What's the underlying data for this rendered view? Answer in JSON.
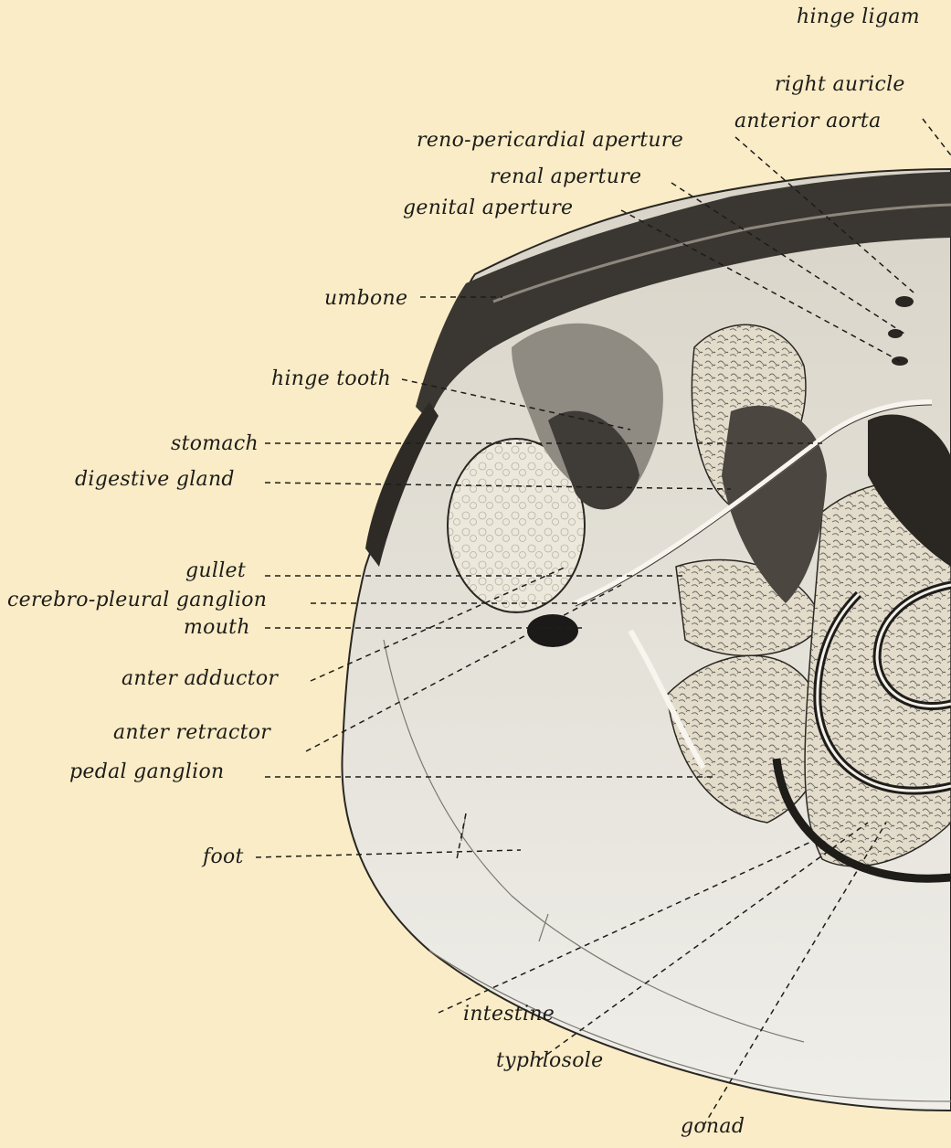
{
  "figure": {
    "background_color": "#f9ecc6",
    "ink_color": "#1d1c1a",
    "labels": {
      "hinge_ligament": "hinge ligam",
      "right_auricle": "right auricle",
      "anterior_aorta": "anterior aorta",
      "reno_pericardial_aperture": "reno-pericardial aperture",
      "renal_aperture": "renal aperture",
      "genital_aperture": "genital aperture",
      "umbone": "umbone",
      "hinge_tooth": "hinge tooth",
      "stomach": "stomach",
      "digestive_gland": "digestive gland",
      "gullet": "gullet",
      "cerebro_pleural_ganglion": "cerebro-pleural ganglion",
      "mouth": "mouth",
      "anter_adductor": "anter adductor",
      "anter_retractor": "anter retractor",
      "pedal_ganglion": "pedal ganglion",
      "foot": "foot",
      "intestine": "intestine",
      "typhlosole": "typhlosole",
      "gonad": "gonad"
    }
  }
}
